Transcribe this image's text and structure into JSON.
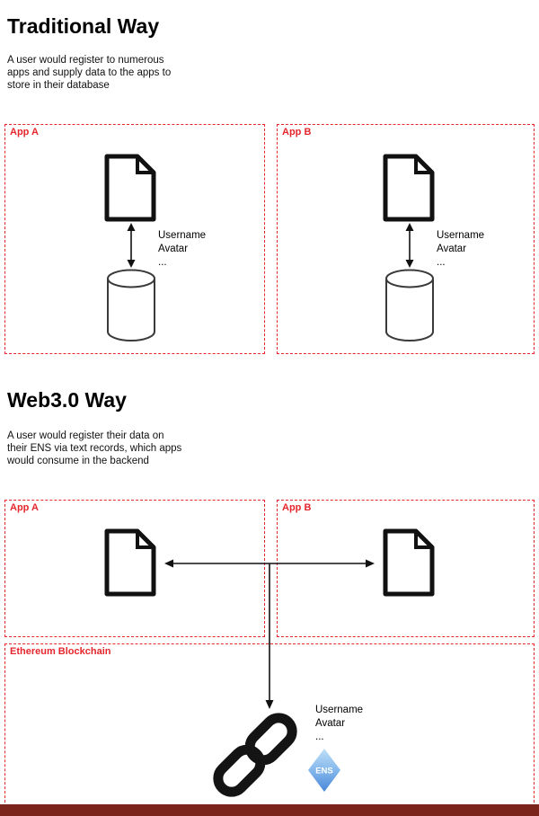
{
  "page": {
    "background": "#ffffff",
    "accent_red": "#e5262c",
    "line_color": "#111111",
    "footer_color": "#7b241c",
    "ens_blue": "#4a86d8"
  },
  "traditional": {
    "title": "Traditional Way",
    "description": "A user would register to numerous apps and supply data to the apps to store in their database",
    "apps": [
      {
        "label": "App A",
        "fields": [
          "Username",
          "Avatar",
          "..."
        ]
      },
      {
        "label": "App B",
        "fields": [
          "Username",
          "Avatar",
          "..."
        ]
      }
    ]
  },
  "web3": {
    "title": "Web3.0 Way",
    "description": "A user would register their data on their ENS via text records, which apps would consume in the backend",
    "apps": [
      {
        "label": "App A"
      },
      {
        "label": "App B"
      }
    ],
    "blockchain": {
      "label": "Ethereum Blockchain",
      "fields": [
        "Username",
        "Avatar",
        "..."
      ],
      "ens_text": "ENS"
    }
  }
}
